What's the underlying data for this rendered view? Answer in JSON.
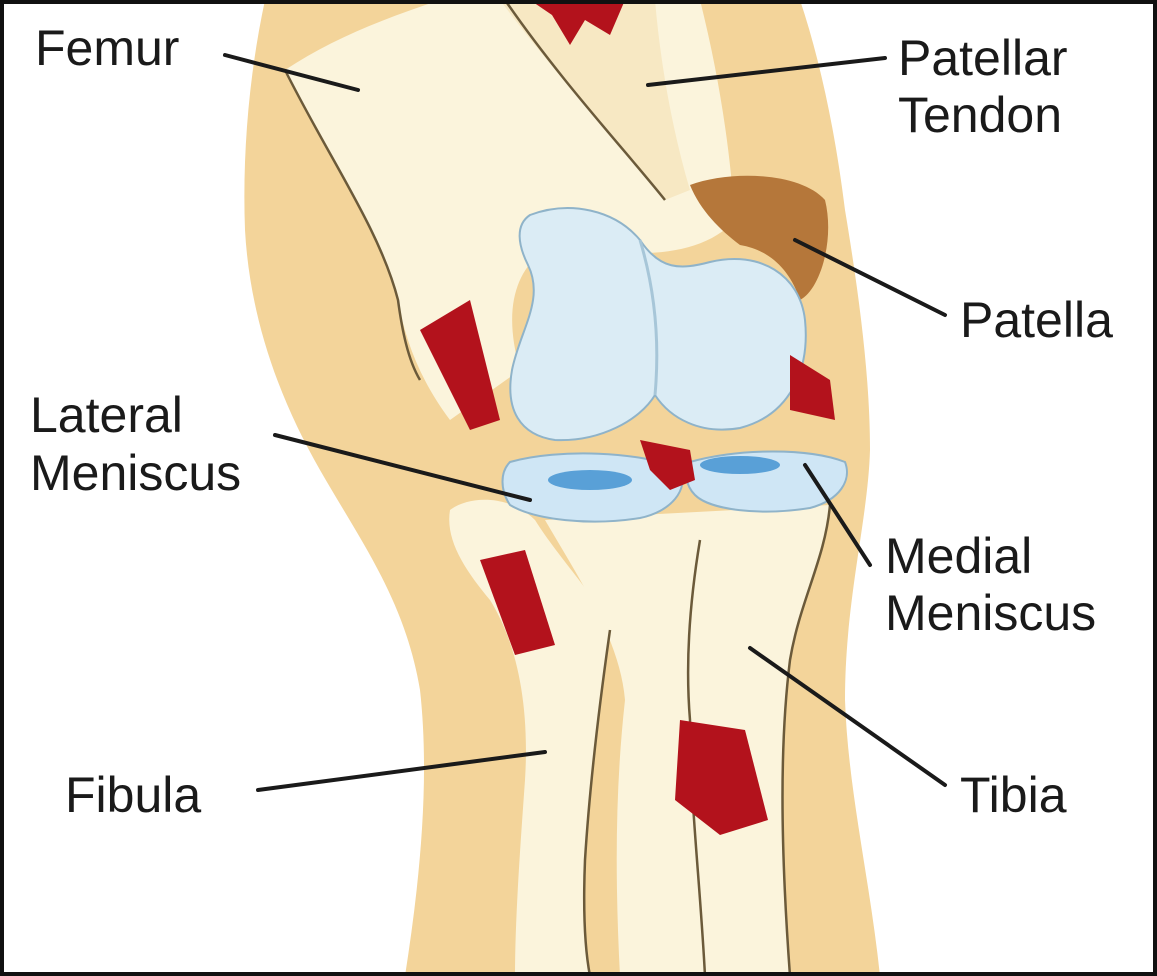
{
  "labels": {
    "femur": "Femur",
    "patellar_tendon_line1": "Patellar",
    "patellar_tendon_line2": "Tendon",
    "patella": "Patella",
    "lateral_meniscus_line1": "Lateral",
    "lateral_meniscus_line2": "Meniscus",
    "medial_meniscus_line1": "Medial",
    "medial_meniscus_line2": "Meniscus",
    "fibula": "Fibula",
    "tibia": "Tibia"
  },
  "colors": {
    "skin": "#f3d49a",
    "bone": "#fbf4dc",
    "cartilage": "#dbecf5",
    "meniscus": "#cfe6f5",
    "meniscus_core": "#3b8fd0",
    "ligament": "#b3121c",
    "patella": "#b5773a",
    "frame": "#111111"
  }
}
